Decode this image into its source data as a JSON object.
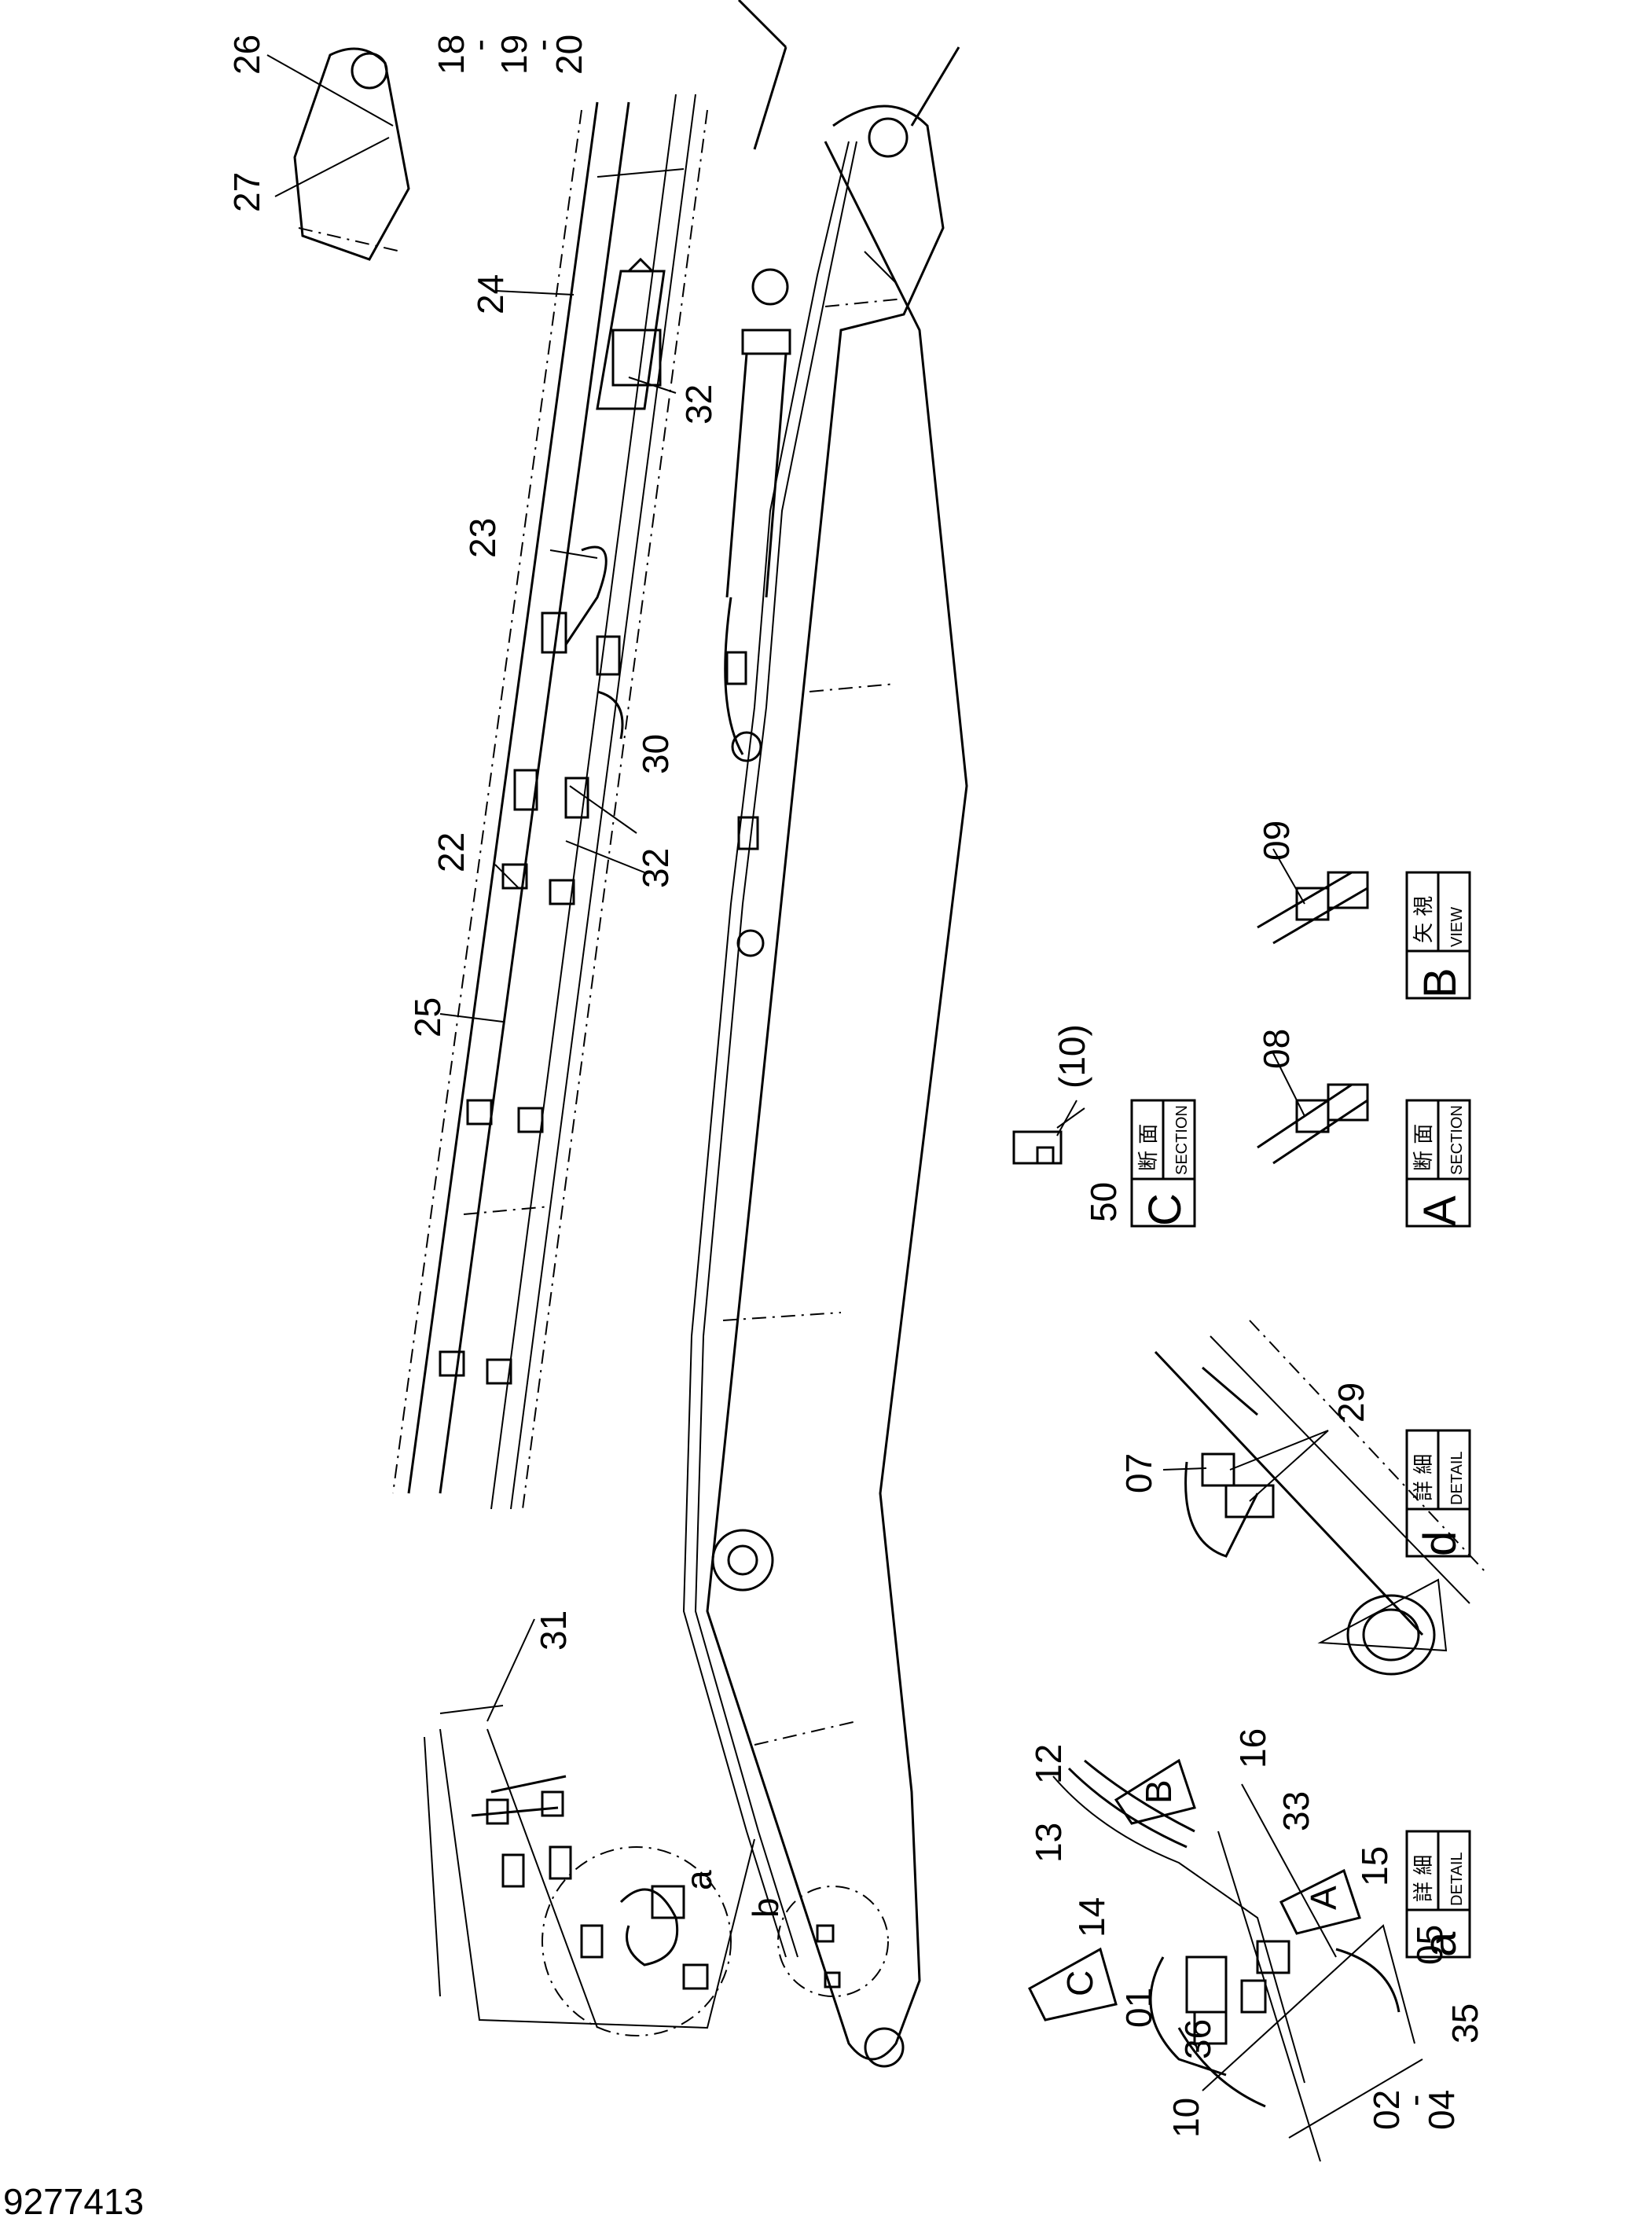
{
  "document_number": "9277413",
  "callouts": [
    "26",
    "27",
    "18",
    "-",
    "19",
    "-",
    "20",
    "24",
    "32",
    "23",
    "30",
    "32",
    "22",
    "25",
    "31",
    "a",
    "b",
    "29",
    "07",
    "(10)",
    "50",
    "08",
    "09",
    "12",
    "13",
    "14",
    "16",
    "33",
    "15",
    "05",
    "35",
    "01",
    "36",
    "10",
    "02",
    "-",
    "04"
  ],
  "view_boxes": [
    {
      "jp": "断 面",
      "en": "SECTION",
      "letter": "C"
    },
    {
      "jp": "断 面",
      "en": "SECTION",
      "letter": "A"
    },
    {
      "jp": "矢 視",
      "en": "VIEW",
      "letter": "B"
    },
    {
      "jp": "詳 細",
      "en": "DETAIL",
      "letter": "d"
    },
    {
      "jp": "詳 細",
      "en": "DETAIL",
      "letter": "a"
    }
  ],
  "arrow_markers": [
    "B",
    "A",
    "C"
  ]
}
